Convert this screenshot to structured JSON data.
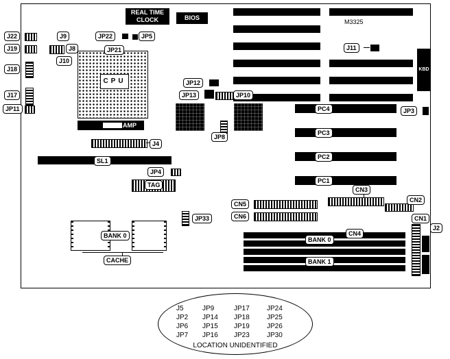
{
  "board": {
    "part_number": "M3325"
  },
  "labels": {
    "rtc_line1": "REAL TIME",
    "rtc_line2": "CLOCK",
    "bios": "BIOS",
    "kbd": "KBD",
    "j11": "J11",
    "j22": "J22",
    "j19": "J19",
    "j18": "J18",
    "j17": "J17",
    "jp11": "JP11",
    "j9": "J9",
    "j8": "J8",
    "j10": "J10",
    "jp22": "JP22",
    "jp21": "JP21",
    "jp5": "JP5",
    "cpu": "CPU",
    "amp": "AMP",
    "j4": "J4",
    "sl1": "SL1",
    "jp4": "JP4",
    "tag": "TAG",
    "jp12": "JP12",
    "jp13": "JP13",
    "jp10": "JP10",
    "jp8": "JP8",
    "pc4": "PC4",
    "pc3": "PC3",
    "pc2": "PC2",
    "pc1": "PC1",
    "jp3": "JP3",
    "cn5": "CN5",
    "cn6": "CN6",
    "cn3": "CN3",
    "cn2": "CN2",
    "cn1": "CN1",
    "cn4": "CN4",
    "j2": "J2",
    "jp33": "JP33",
    "bank0_left": "BANK 0",
    "cache": "CACHE",
    "bank0_right": "BANK 0",
    "bank1": "BANK 1"
  },
  "unidentified": {
    "rows": [
      [
        "J5",
        "JP9",
        "JP17",
        "JP24"
      ],
      [
        "JP2",
        "JP14",
        "JP18",
        "JP25"
      ],
      [
        "JP6",
        "JP15",
        "JP19",
        "JP26"
      ],
      [
        "JP7",
        "JP16",
        "JP23",
        "JP30"
      ]
    ],
    "caption": "LOCATION UNIDENTIFIED"
  },
  "colors": {
    "component": "#000000",
    "background": "#ffffff"
  }
}
